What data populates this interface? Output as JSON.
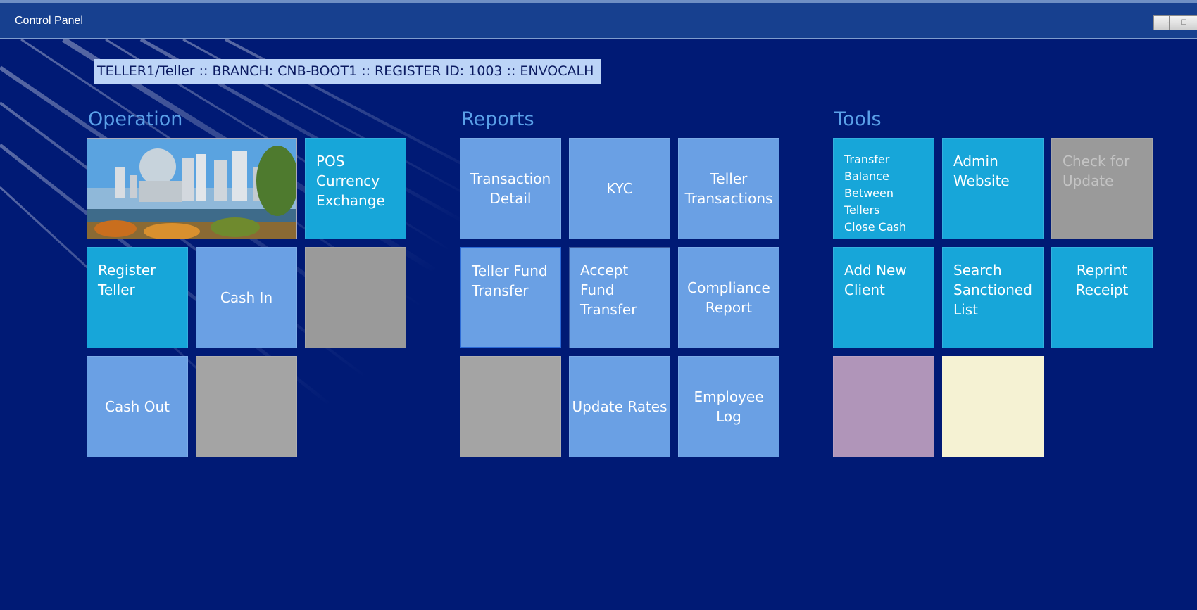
{
  "window": {
    "title": "Control Panel",
    "minimize_glyph": "–",
    "maximize_glyph": "☐"
  },
  "status": {
    "text": "TELLER1/Teller :: BRANCH: CNB-BOOT1 :: REGISTER ID: 1003 :: ENVOCALH"
  },
  "colors": {
    "background": "#001a75",
    "titlebar": "#17408f",
    "group_title": "#5aa0e8",
    "tile_light_blue": "#6aa0e4",
    "tile_cyan": "#17a6d9",
    "tile_gray": "#a4a4a4",
    "tile_mauve": "#b095b9",
    "tile_cream": "#f5f2d3",
    "status_box": "#bcd4f7"
  },
  "groups": {
    "operation": {
      "title": "Operation",
      "tiles": {
        "pos_currency_exchange": "POS\n Currency\n Exchange",
        "register_teller": "Register Teller",
        "cash_in": "Cash In",
        "cash_out": "Cash Out"
      }
    },
    "reports": {
      "title": "Reports",
      "tiles": {
        "transaction_detail": "Transaction\nDetail",
        "kyc": "KYC",
        "teller_transactions": "Teller\nTransactions",
        "teller_fund_transfer": "Teller Fund\nTransfer",
        "accept_fund_transfer": "Accept\nFund Transfer",
        "compliance_report": "Compliance\nReport",
        "update_rates": "Update Rates",
        "employee_log": "Employee\nLog"
      }
    },
    "tools": {
      "title": "Tools",
      "tiles": {
        "transfer_balance": "Transfer Balance\nBetween Tellers\nClose Cash",
        "admin_website": "Admin\nWebsite",
        "check_for_update": "Check for\nUpdate",
        "add_new_client": "Add New\nClient",
        "search_sanctioned_list": "Search\nSanctioned\nList",
        "reprint_receipt": "Reprint\nReceipt"
      }
    }
  }
}
